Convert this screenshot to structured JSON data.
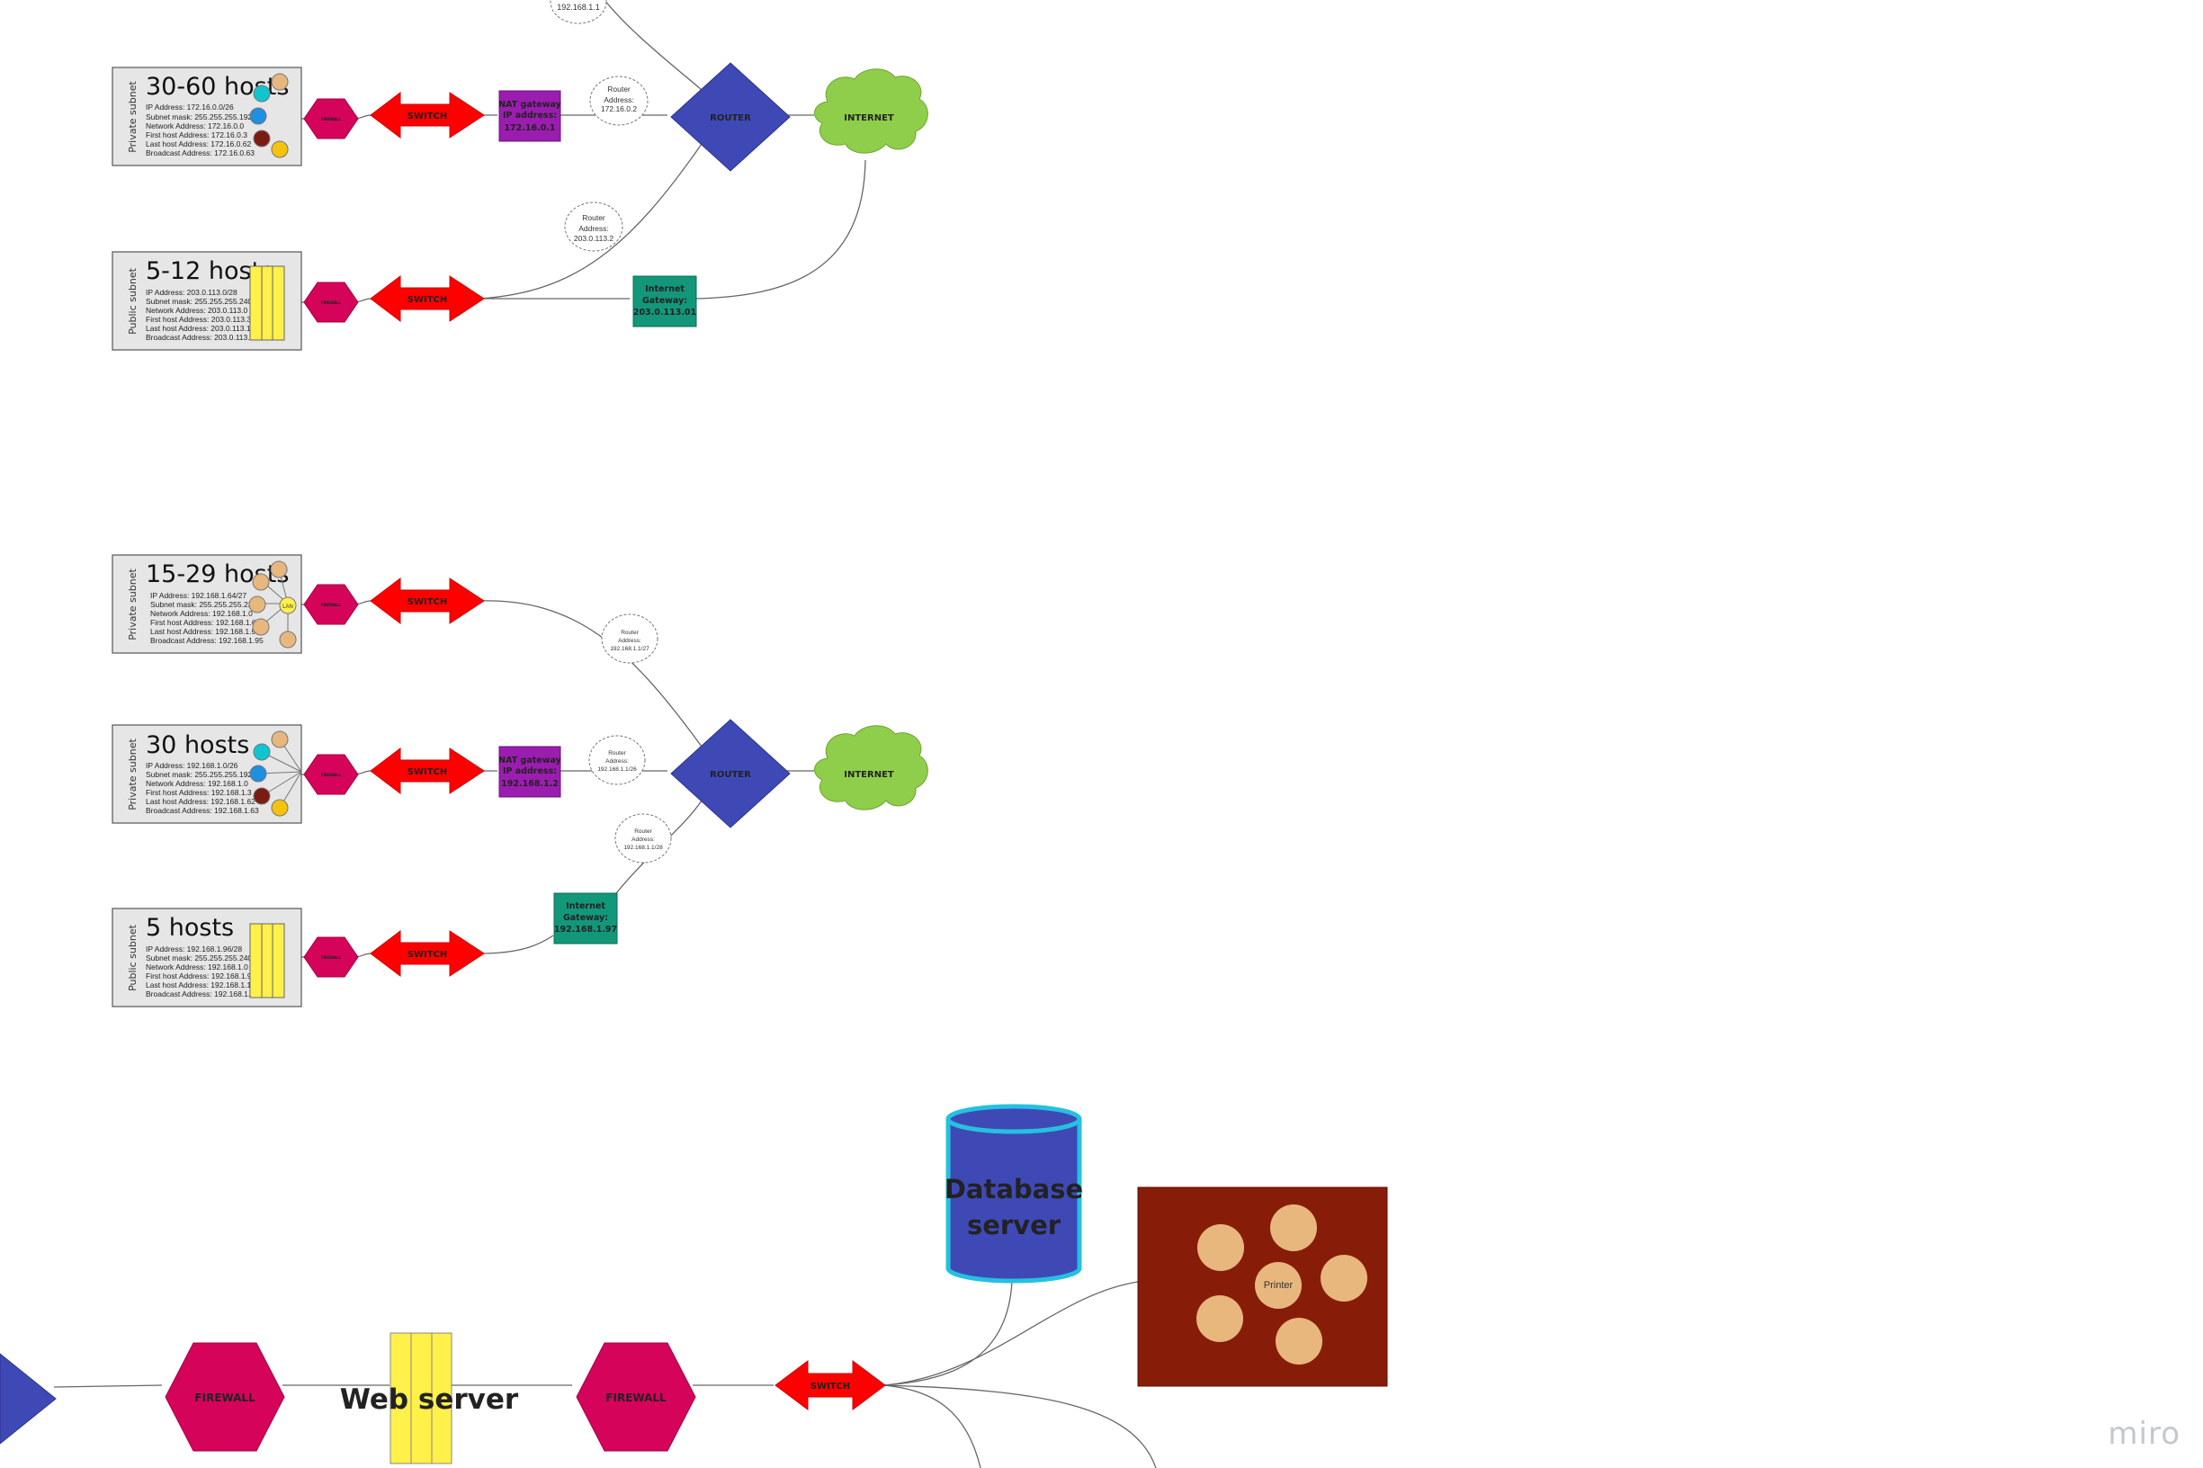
{
  "colors": {
    "switch": "#ff0000",
    "firewall_hex": "#d6035b",
    "router": "#3f49b5",
    "internet": "#8fce4a",
    "nat": "#9b1db0",
    "igw": "#13977a",
    "subnet_bg": "#e6e6e6",
    "server_yellow": "#fff04a",
    "db_blue": "#3f49b5",
    "db_rim": "#24c1e0",
    "printer_room": "#871d09",
    "host_tan": "#e8b77d"
  },
  "top_network": {
    "router_label": "ROUTER",
    "internet_label": "INTERNET",
    "router_address_top": "192.168.1.1",
    "private_subnet": {
      "title": "30-60 hosts",
      "side_label": "Private subnet",
      "lines": [
        "IP Address: 172.16.0.0/26",
        "Subnet mask:  255.255.255.192",
        "Network Address: 172.16.0.0",
        "First host Address: 172.16.0.3",
        "Last host Address: 172.16.0.62",
        "Broadcast Address: 172.16.0.63"
      ],
      "firewall_label": "FIREWALL",
      "switch_label": "SWITCH",
      "nat_lines": [
        "NAT gateway",
        "IP address:",
        "172.16.0.1"
      ],
      "router_addr_lines": [
        "Router",
        "Address:",
        "172.16.0.2"
      ]
    },
    "public_subnet": {
      "title": "5-12 hosts",
      "side_label": "Public subnet",
      "lines": [
        "IP Address: 203.0.113.0/28",
        "Subnet mask:  255.255.255.240",
        "Network Address: 203.0.113.0",
        "First host Address: 203.0.113.3",
        "Last host Address: 203.0.113.14",
        "Broadcast Address: 203.0.113.15"
      ],
      "firewall_label": "FIREWALL",
      "switch_label": "SWITCH",
      "igw_lines": [
        "Internet",
        "Gateway:",
        "203.0.113.01"
      ],
      "router_addr_lines": [
        "Router",
        "Address:",
        "203.0.113.2"
      ]
    }
  },
  "bottom_network": {
    "router_label": "ROUTER",
    "internet_label": "INTERNET",
    "lan_subnet": {
      "title": "15-29 hosts",
      "side_label": "Private subnet",
      "lines": [
        "IP Address: 192.168.1.64/27",
        "Subnet mask:  255.255.255.224",
        "Network Address: 192.168.1.0",
        "First host Address: 192.168.1.65",
        "Last host Address: 192.168.1.94",
        "Broadcast Address: 192.168.1.95"
      ],
      "lan_label": "LAN",
      "firewall_label": "FIREWALL",
      "switch_label": "SWITCH",
      "router_addr_lines": [
        "Router",
        "Address:",
        "192.168.1.1/27"
      ]
    },
    "private_subnet": {
      "title": "30 hosts",
      "side_label": "Private subnet",
      "lines": [
        "IP Address: 192.168.1.0/26",
        "Subnet mask:  255.255.255.192",
        "Network Address: 192.168.1.0",
        "First host Address: 192.168.1.3",
        "Last host Address: 192.168.1.62",
        "Broadcast Address: 192.168.1.63"
      ],
      "firewall_label": "FIREWALL",
      "switch_label": "SWITCH",
      "nat_lines": [
        "NAT gateway",
        "IP address:",
        "192.168.1.2"
      ],
      "router_addr_lines": [
        "Router",
        "Address:",
        "192.168.1.1/26"
      ]
    },
    "public_subnet": {
      "title": "5 hosts",
      "side_label": "Public subnet",
      "lines": [
        "IP Address: 192.168.1.96/28",
        "Subnet mask:  255.255.255.240",
        "Network Address: 192.168.1.0",
        "First host Address: 192.168.1.98",
        "Last host Address: 192.168.1.110",
        "Broadcast Address: 192.168.1.111"
      ],
      "firewall_label": "FIREWALL",
      "switch_label": "SWITCH",
      "igw_lines": [
        "Internet",
        "Gateway:",
        "192.168.1.97"
      ],
      "router_addr_lines": [
        "Router",
        "Address:",
        "192.168.1.1/28"
      ]
    }
  },
  "server_zone": {
    "firewall1_label": "FIREWALL",
    "web_server_label": "Web server",
    "firewall2_label": "FIREWALL",
    "switch_label": "SWITCH",
    "database_lines": [
      "Database",
      "server"
    ],
    "printer_label": "Printer"
  },
  "watermark": "miro"
}
